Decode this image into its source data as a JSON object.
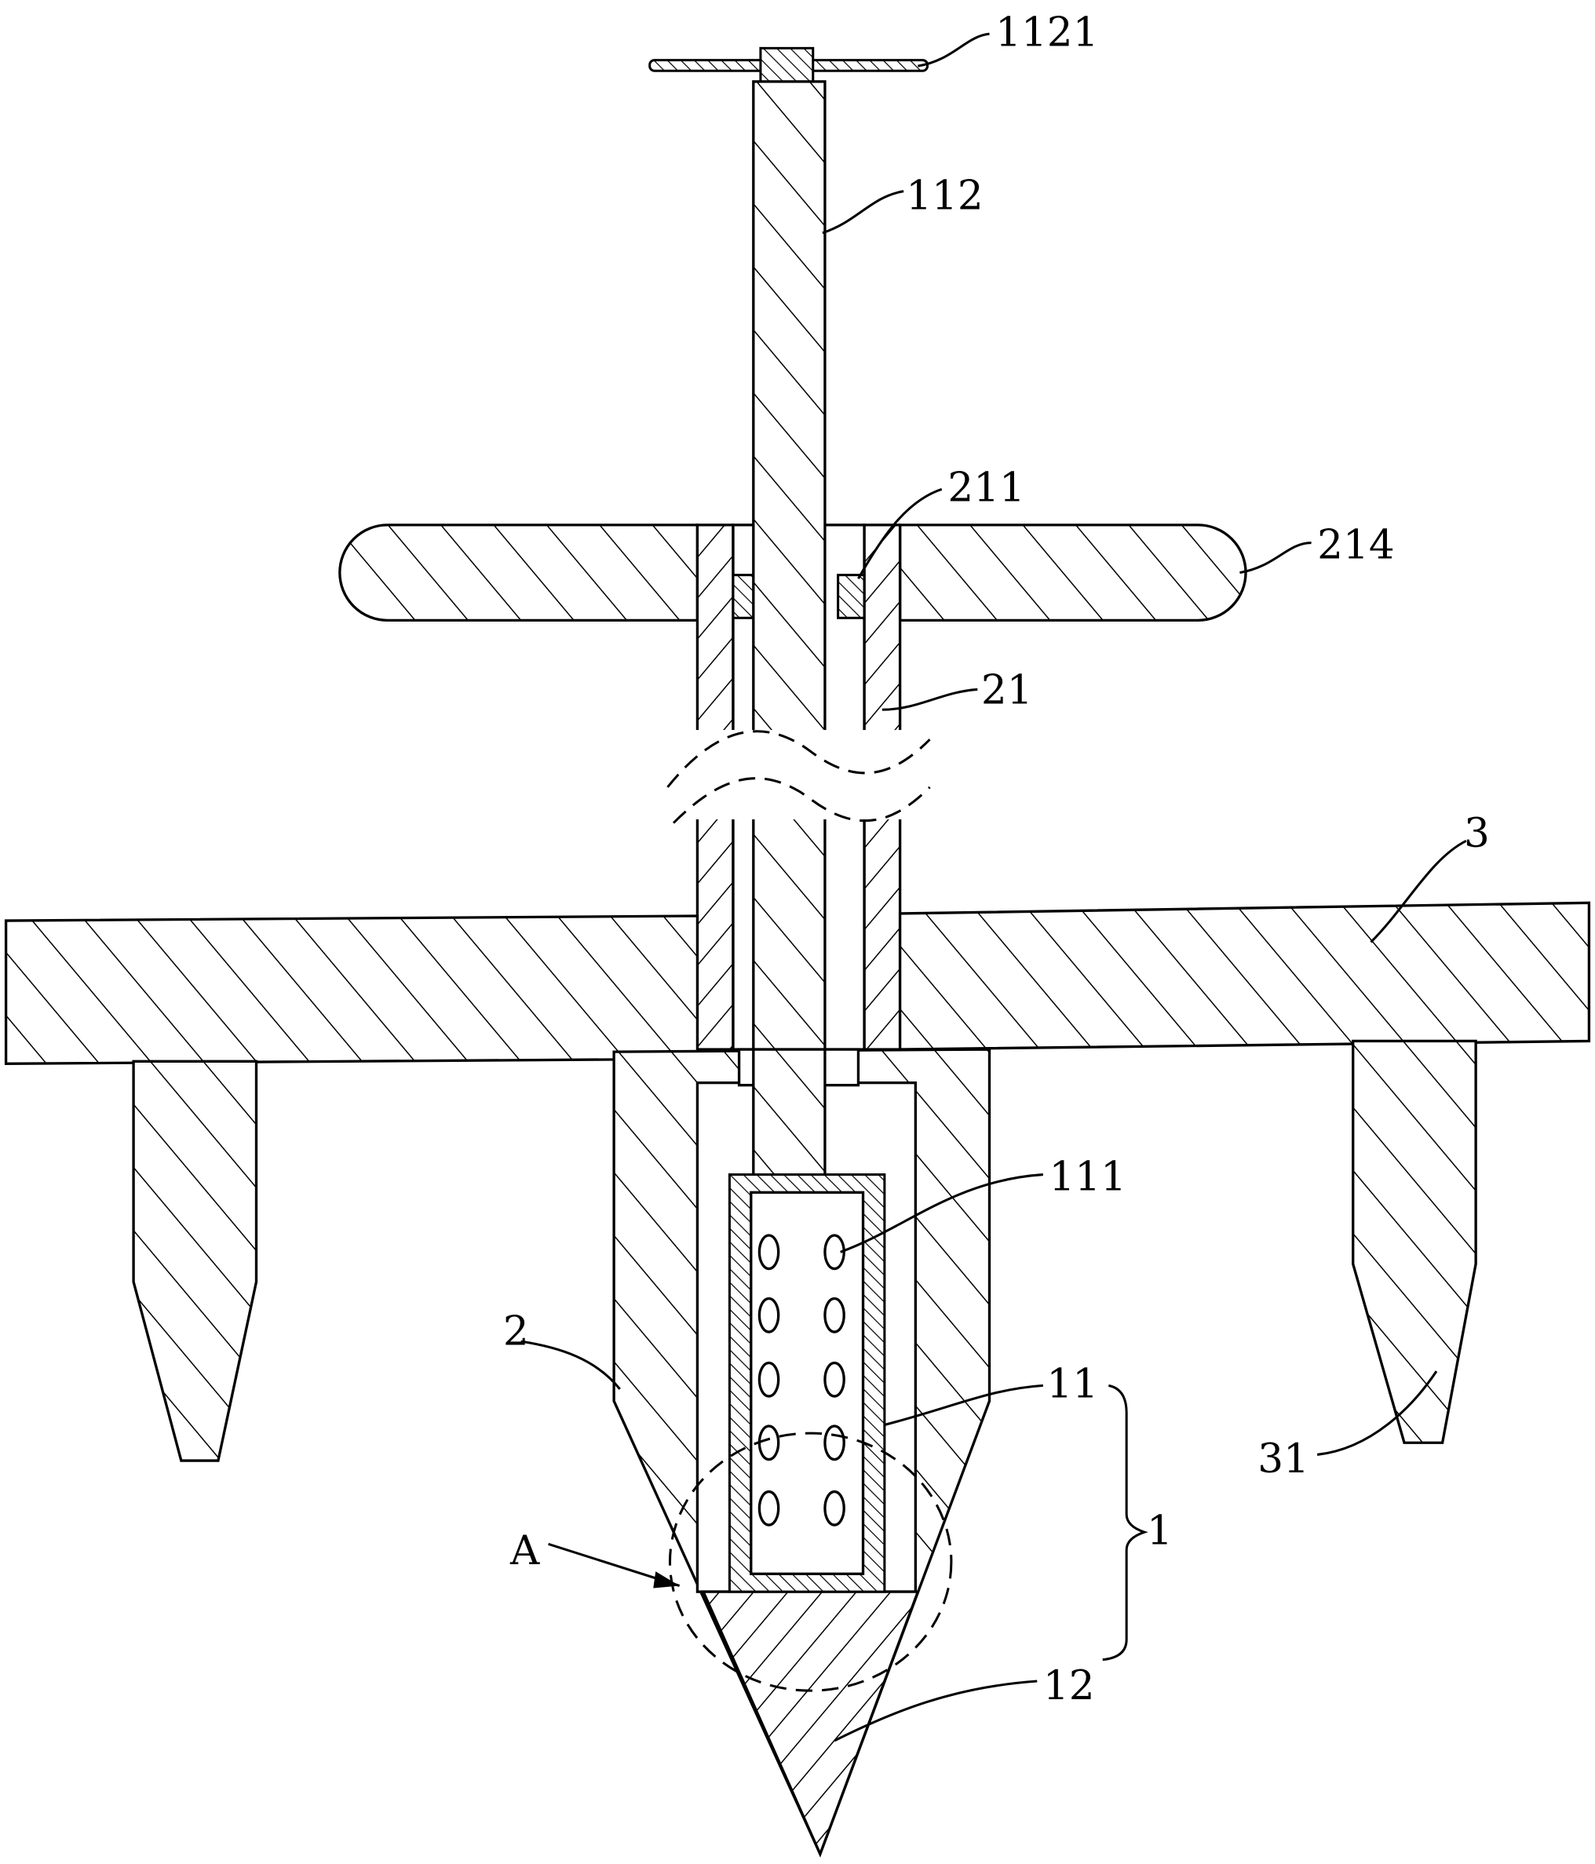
{
  "figure": {
    "labels": {
      "handle_cap": "1121",
      "rod": "112",
      "seal": "211",
      "handle_bar": "214",
      "tube": "21",
      "plate": "3",
      "holes": "111",
      "body": "2",
      "cage": "11",
      "assembly": "1",
      "detail": "A",
      "leg": "31",
      "tip": "12"
    }
  }
}
